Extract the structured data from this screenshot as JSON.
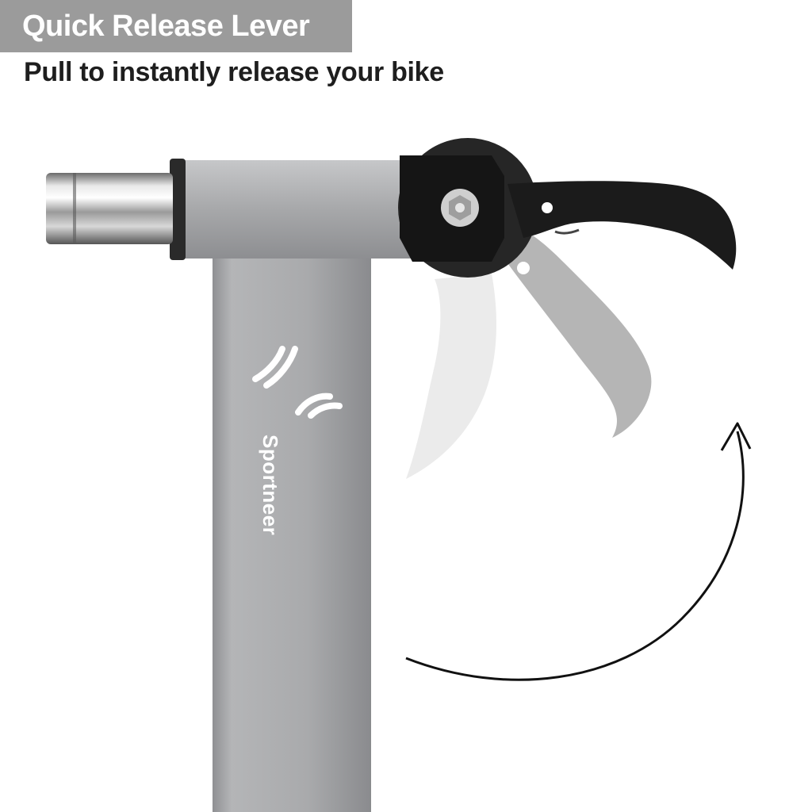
{
  "header": {
    "title": "Quick Release Lever",
    "subtitle": "Pull to instantly release your bike"
  },
  "brand": {
    "name": "Sportneer"
  },
  "colors": {
    "banner": "#9b9b9b",
    "frame": "#a8a9ab",
    "lever": "#1b1b1b",
    "ghost_lever": "#c9c9c9"
  },
  "icons": {
    "brand_logo": "sportneer-logo",
    "motion_arrow": "curved-arrow-up-icon"
  }
}
